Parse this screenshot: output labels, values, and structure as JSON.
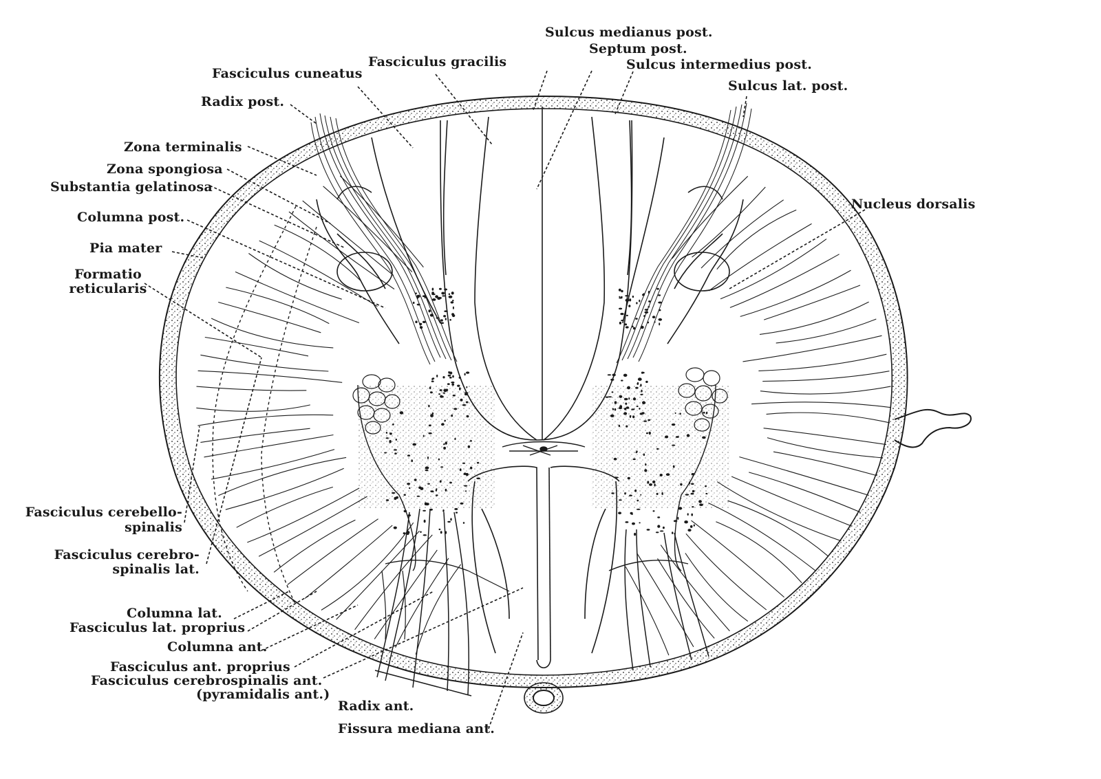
{
  "colors": {
    "ink": "#1a1a1a",
    "paper": "#ffffff"
  },
  "labels": {
    "sulcus_medianus_post": "Sulcus medianus post.",
    "septum_post": "Septum post.",
    "sulcus_intermedius_post": "Sulcus intermedius post.",
    "sulcus_lat_post": "Sulcus lat. post.",
    "fasciculus_gracilis": "Fasciculus gracilis",
    "fasciculus_cuneatus": "Fasciculus cuneatus",
    "radix_post": "Radix post.",
    "zona_terminalis": "Zona terminalis",
    "zona_spongiosa": "Zona spongiosa",
    "substantia_gelatinosa": "Substantia gelatinosa",
    "columna_post": "Columna post.",
    "pia_mater": "Pia mater",
    "formatio_1": "Formatio",
    "formatio_2": "reticularis",
    "nucleus_dorsalis": "Nucleus dorsalis",
    "cerebellospinalis_1": "Fasciculus cerebello-",
    "cerebellospinalis_2": "spinalis",
    "cerebrospinalis_lat_1": "Fasciculus cerebro-",
    "cerebrospinalis_lat_2": "spinalis lat.",
    "columna_lat": "Columna lat.",
    "fasciculus_lat_proprius": "Fasciculus lat. proprius",
    "columna_ant": "Columna ant.",
    "fasciculus_ant_proprius": "Fasciculus ant. proprius",
    "cerebrospinalis_ant": "Fasciculus cerebrospinalis ant.",
    "pyramidalis_ant": "(pyramidalis ant.)",
    "radix_ant": "Radix ant.",
    "fissura_mediana_ant": "Fissura mediana ant."
  }
}
